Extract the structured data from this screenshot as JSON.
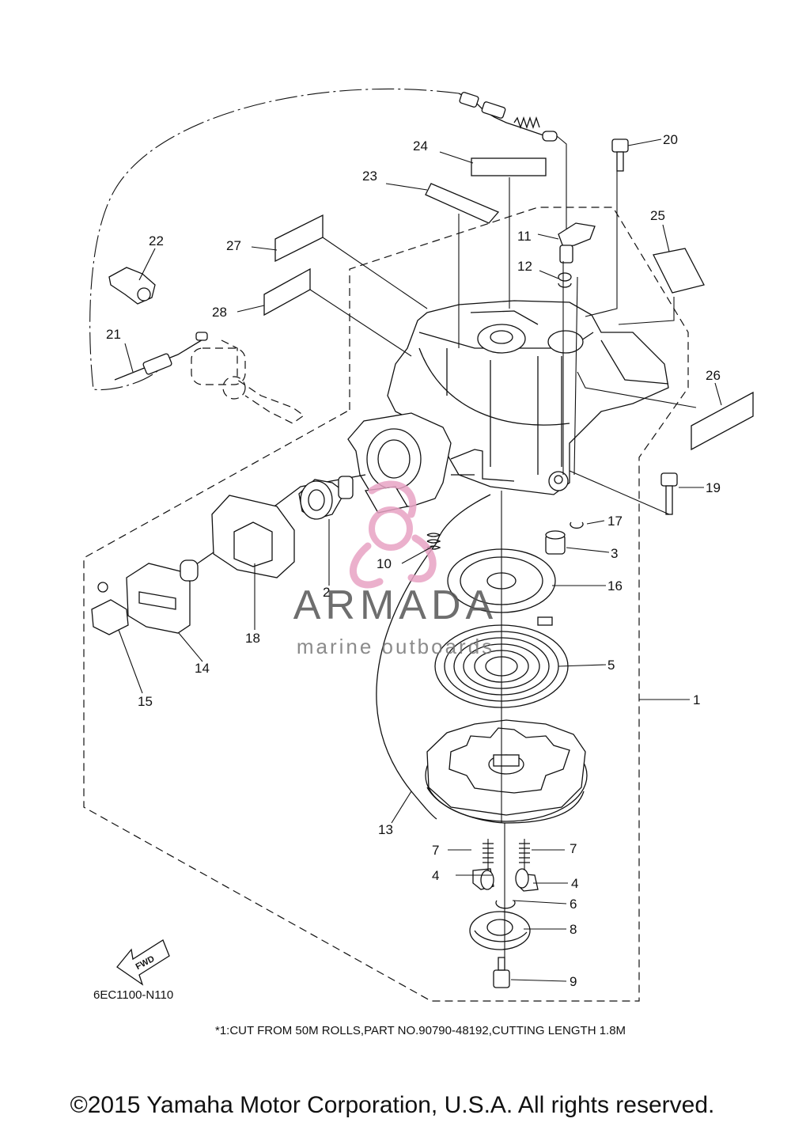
{
  "diagram": {
    "figure_code": "6EC1100-N110",
    "fwd_label": "FWD",
    "footnote": "*1:CUT FROM 50M ROLLS,PART NO.90790-48192,CUTTING LENGTH 1.8M",
    "copyright": "©2015 Yamaha Motor Corporation, U.S.A. All rights reserved.",
    "watermark": {
      "brand": "ARMADA",
      "tagline": "marine outboards",
      "accent_color": "#e8a3c4"
    },
    "callouts": {
      "c1": "1",
      "c2": "2",
      "c3": "3",
      "c4a": "4",
      "c4b": "4",
      "c5": "5",
      "c6": "6",
      "c7a": "7",
      "c7b": "7",
      "c8": "8",
      "c9": "9",
      "c10": "10",
      "c11": "11",
      "c12": "12",
      "c13": "13",
      "c14": "14",
      "c15": "15",
      "c16": "16",
      "c17": "17",
      "c18": "18",
      "c19": "19",
      "c20": "20",
      "c21": "21",
      "c22": "22",
      "c23": "23",
      "c24": "24",
      "c25": "25",
      "c26": "26",
      "c27": "27",
      "c28": "28"
    }
  }
}
